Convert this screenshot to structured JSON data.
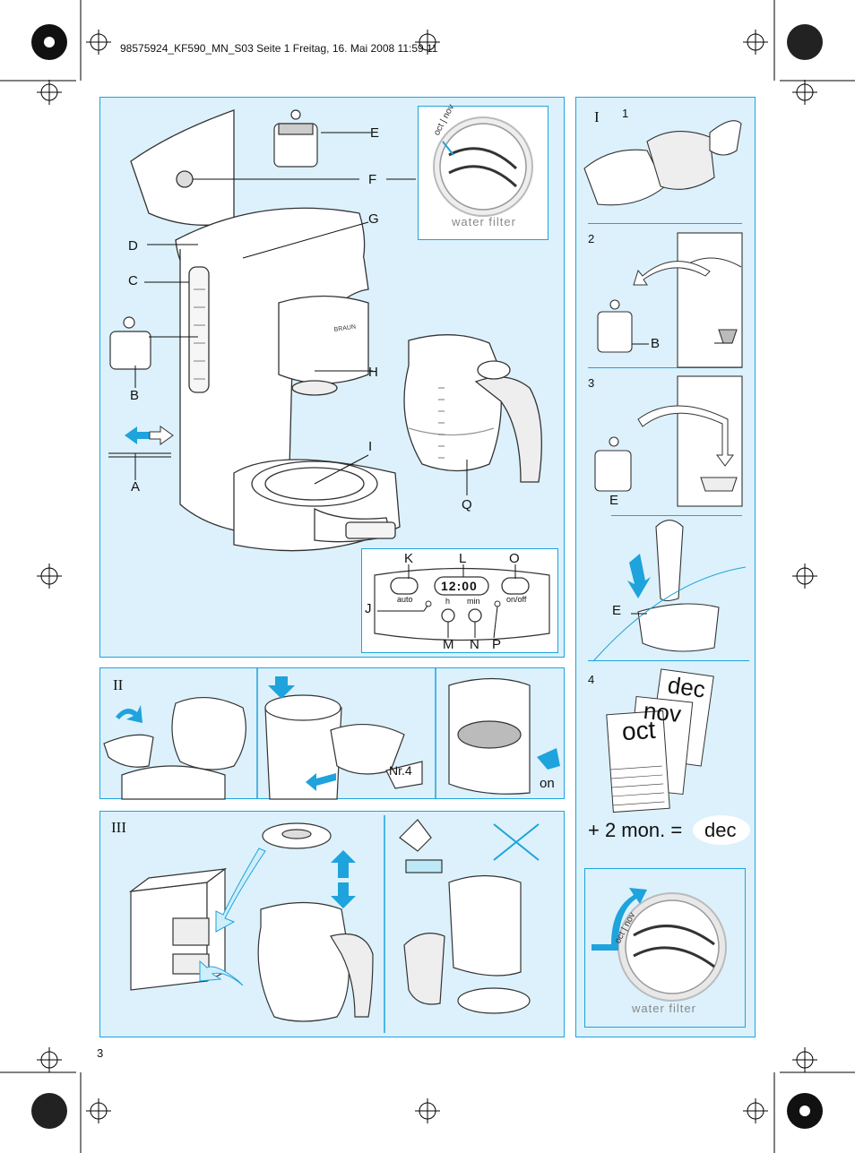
{
  "header": {
    "text": "98575924_KF590_MN_S03  Seite 1  Freitag, 16. Mai 2008  11:59 11"
  },
  "page_number": "3",
  "main_labels": {
    "E": "E",
    "F": "F",
    "G": "G",
    "D": "D",
    "C": "C",
    "B": "B",
    "H": "H",
    "I": "I",
    "A": "A",
    "Q": "Q"
  },
  "brand": "BRAUN",
  "water_filter": {
    "label": "water filter",
    "months": "oct | nov"
  },
  "control_panel": {
    "K": "K",
    "L": "L",
    "O": "O",
    "J": "J",
    "M": "M",
    "N": "N",
    "P": "P",
    "auto": "auto",
    "time": "12:00",
    "h": "h",
    "min": "min",
    "onoff": "on/off"
  },
  "section_II": {
    "roman": "II",
    "nr4": "Nr.4",
    "on": "on"
  },
  "section_III": {
    "roman": "III"
  },
  "right_column": {
    "roman": "I",
    "steps": [
      "1",
      "2",
      "3",
      "4"
    ],
    "B": "B",
    "E1": "E",
    "E2": "E",
    "calendar": {
      "dec": "dec",
      "nov": "nov",
      "oct": "oct"
    },
    "formula": {
      "prefix": "+ 2 mon. =",
      "result": "dec"
    }
  },
  "colors": {
    "panel_bg": "#dcf1fb",
    "border": "#1ea3dc",
    "arrow": "#1ea3dc"
  }
}
